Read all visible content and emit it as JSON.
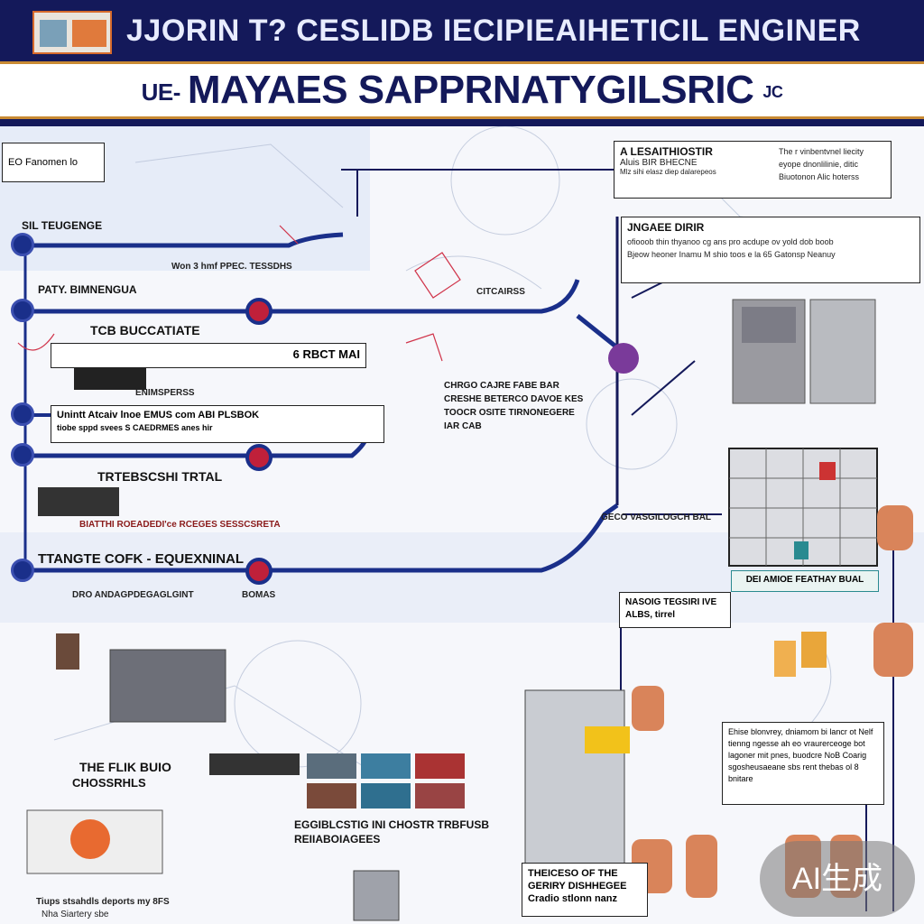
{
  "header": {
    "top_title": "JJORIN T? CESLIDB IECIPIEAIHETICIL ENGINER",
    "main_title_left": "UE-",
    "main_title": "MAYAES SAPPRNATYGILSRIC",
    "main_title_right": "JC"
  },
  "lanes": [
    {
      "title": "SIL TEUGENGE",
      "caption": "Won 3 hmf PPEC. TESSDHS"
    },
    {
      "title": "PATY. BIMNENGUA",
      "caption": "TCB BUCCATIATE",
      "end_label": "CITCAIRSS"
    },
    {
      "title": "",
      "caption": "Unintt Atcaiv lnoe EMUS com ABI PLSBOK",
      "sub": "tiobe sppd svees S CAEDRMES anes hir"
    },
    {
      "title": "",
      "caption": "TRTEBSCSHI TRTAL",
      "sub": "BIATTHI ROEADEDI'ce RCEGES SESSCSRETA"
    },
    {
      "title": "TTANGTE COFK - EQUEXNINAL",
      "caption": "DRO ANDAGPDEGAGLGINT",
      "end_label": "BOMAS"
    }
  ],
  "callouts": {
    "top_left_box": "EO Fanomen lo",
    "top_right": {
      "heading": "A LESAITHIOSTIR",
      "line1": "Aluis BIR BHECNE",
      "line2": "Mlz sihi elasz diep dalarepeos",
      "right1": "The r vinbentvnel liecity",
      "right2": "eyope dnonlilinie, ditic",
      "right3": "Biuotonon Alic hoterss"
    },
    "engineering_box": {
      "heading": "JNGAEE DIRIR",
      "line1": "ofiooob thin thyanoo cg ans pro acdupe ov yold dob boob",
      "line2": "Bjeow heoner Inamu M shio toos e la 65 Gatonsp Neanuy"
    },
    "mid_label_1": "6 RBCT MAI",
    "mid_label_2": "ENIMSPERSS",
    "mid_note": "CHRGO CAJRE FABE BAR CRESHE BETERCO DAVOE KES TOOCR OSITE TIRNONEGERE IAR CAB",
    "right_grid_caption": "DEI AMIOE FEATHAY BUAL",
    "right_tag": "NASOIG TEGSIRI IVE ALBS, tirrel",
    "mid_right_label": "GECO VASGILOGCH BAL",
    "flask_text": "Ehise blonvrey, dniamom bi lancr ot Nelf tienng ngesse ah eo vraurerceoge bot lagoner mit pnes, buodcre NoB Coarig sgosheusaeane sbs rent thebas ol 8 bnitare",
    "lower_mid": "EGGIBLCSTIG INI CHOSTR TRBFUSB REIIABOIAGEES",
    "lower_box": "THEICESO OF THE GERIRY DISHHEGEE Cradio stlonn nanz",
    "flux_label": "THE FLIK BUIO",
    "flux_sub": "CHOSSRHLS",
    "footer_left": "Tiups stsahdls deports my 8FS",
    "footer_left2": "Nha Siartery sbe"
  },
  "badge": "AI生成",
  "colors": {
    "navy": "#14195a",
    "accent": "#c98a33",
    "line": "#1a2f8a",
    "node_red": "#c0203a"
  }
}
